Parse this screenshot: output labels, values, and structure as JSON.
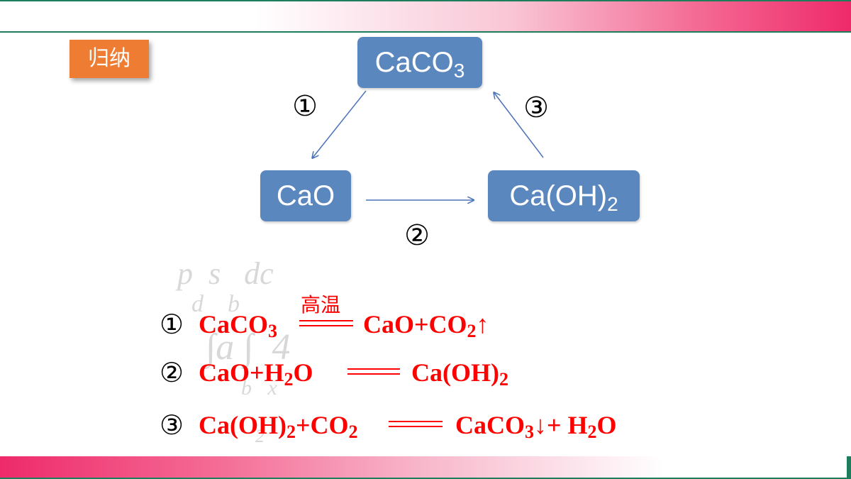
{
  "summary_label": "归纳",
  "nodes": {
    "caco3": {
      "text": "CaCO",
      "sub": "3"
    },
    "cao": {
      "text": "CaO"
    },
    "caoh2": {
      "text": "Ca(OH)",
      "sub": "2"
    }
  },
  "diagram_numbers": [
    "①",
    "②",
    "③"
  ],
  "equations": [
    {
      "number": "①",
      "condition": "高温",
      "left": [
        {
          "t": "CaCO"
        },
        {
          "s": "3"
        }
      ],
      "right": [
        {
          "t": "CaO+CO"
        },
        {
          "s": "2"
        },
        {
          "t": "↑"
        }
      ]
    },
    {
      "number": "②",
      "left": [
        {
          "t": "CaO+H"
        },
        {
          "s": "2"
        },
        {
          "t": "O"
        }
      ],
      "right": [
        {
          "t": "Ca(OH)"
        },
        {
          "s": "2"
        }
      ]
    },
    {
      "number": "③",
      "left": [
        {
          "t": "Ca(OH)"
        },
        {
          "s": "2"
        },
        {
          "t": "+CO"
        },
        {
          "s": "2"
        }
      ],
      "right": [
        {
          "t": "CaCO"
        },
        {
          "s": "3"
        },
        {
          "t": "↓+ H"
        },
        {
          "s": "2"
        },
        {
          "t": "O"
        }
      ]
    }
  ],
  "colors": {
    "node_fill": "#5b87bf",
    "arrow": "#4a72b8",
    "equation_text": "#ff0000",
    "label_tag": "#ee7d33"
  }
}
